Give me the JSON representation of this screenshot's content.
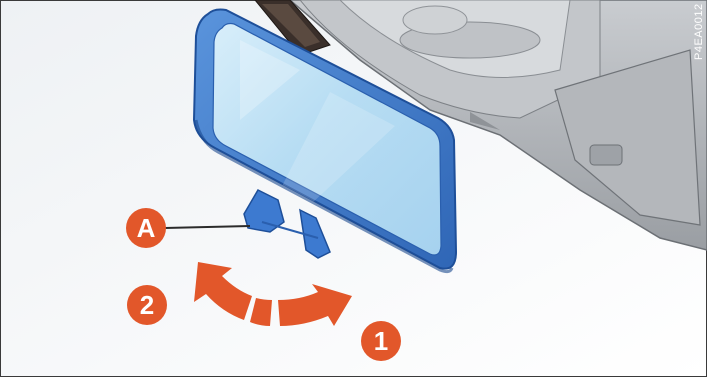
{
  "figure": {
    "code": "P4EA0012",
    "label_a": "A",
    "step_1": "1",
    "step_2": "2"
  },
  "colors": {
    "mirror_frame": "#3a78cc",
    "mirror_glass": "#bfe0f4",
    "callout_orange": "#e2572a",
    "headliner": "#e6e9ec",
    "console_grey": "#a9adb1"
  },
  "icons": [
    "rotate-arrow-left-icon",
    "rotate-arrow-right-icon",
    "rear-view-mirror-icon",
    "lever-tab-icon"
  ]
}
